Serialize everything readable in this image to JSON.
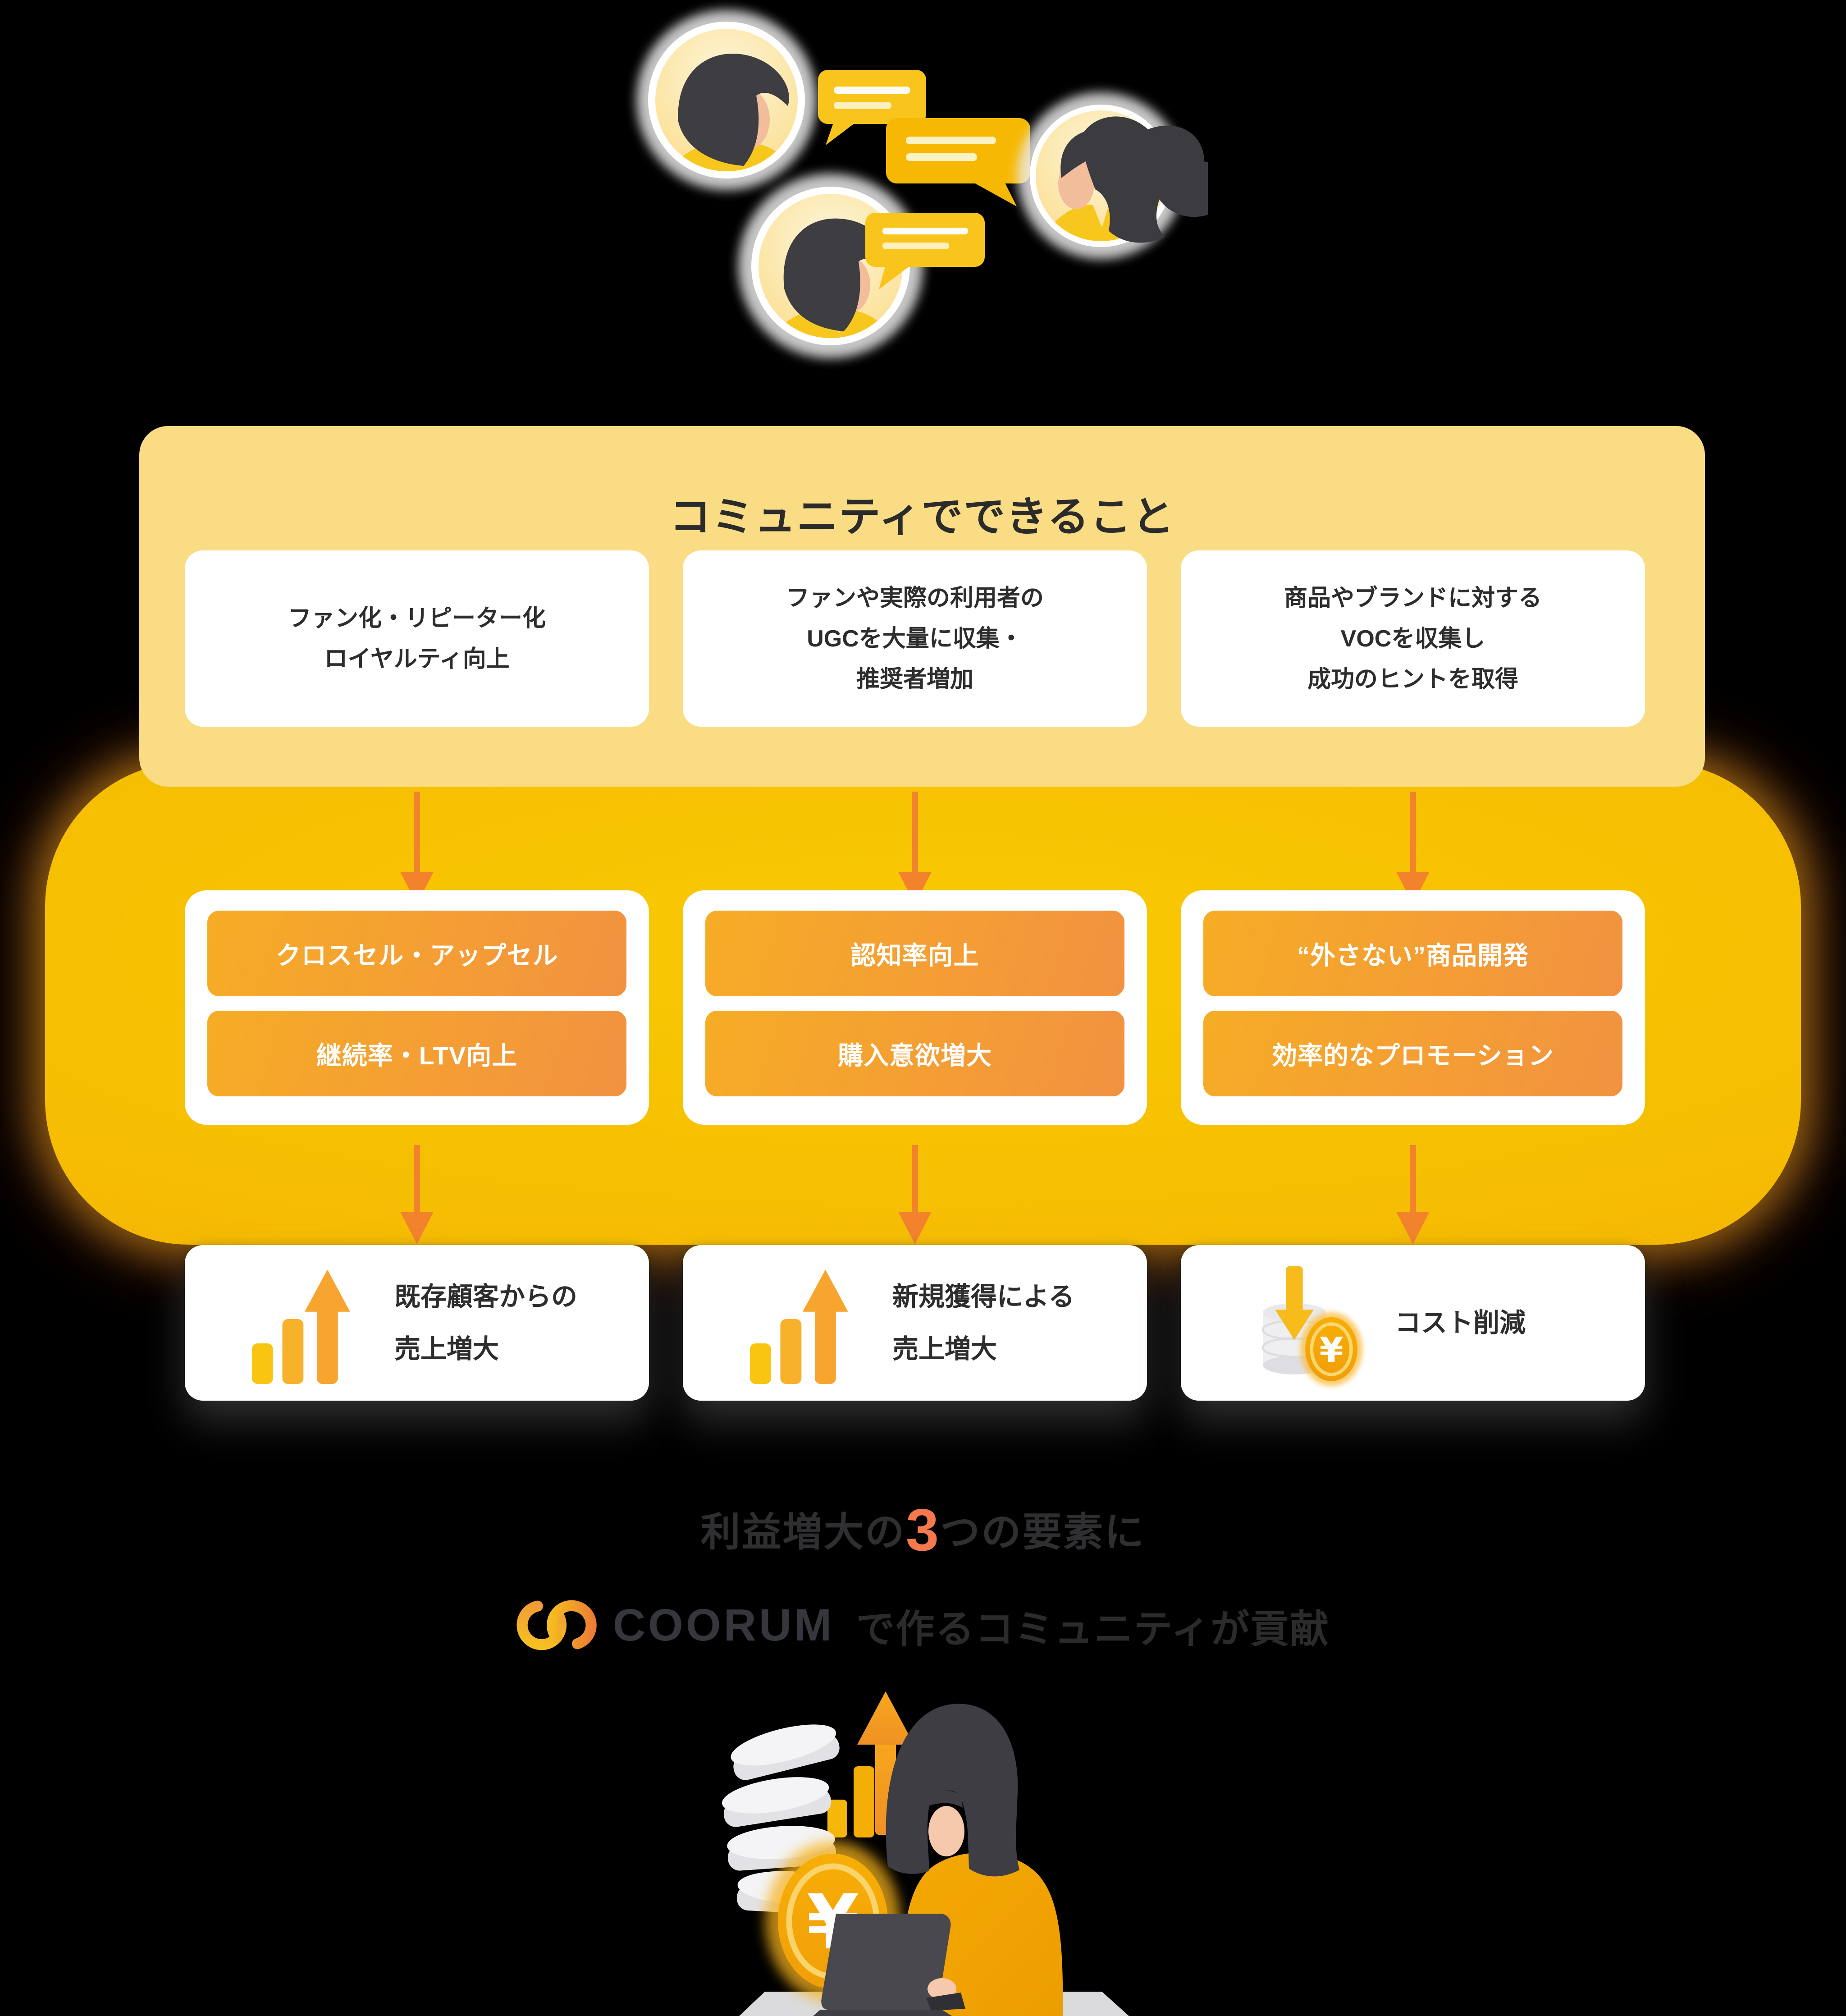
{
  "community": {
    "title": "コミュニティでできること",
    "cards": [
      {
        "lines": [
          "ファン化・リピーター化",
          "ロイヤルティ向上"
        ]
      },
      {
        "lines": [
          "ファンや実際の利用者の",
          "UGCを大量に収集・",
          "推奨者増加"
        ]
      },
      {
        "lines": [
          "商品やブランドに対する",
          "VOCを収集し",
          "成功のヒントを取得"
        ]
      }
    ]
  },
  "outcomes": {
    "columns": [
      {
        "buttons": [
          "クロスセル・アップセル",
          "継続率・LTV向上"
        ]
      },
      {
        "buttons": [
          "認知率向上",
          "購入意欲増大"
        ]
      },
      {
        "buttons": [
          "“外さない”商品開発",
          "効率的なプロモーション"
        ]
      }
    ]
  },
  "results": {
    "cards": [
      {
        "icon": "bar-chart-up-icon",
        "lines": [
          "既存顧客からの",
          "売上増大"
        ]
      },
      {
        "icon": "bar-chart-up-icon",
        "lines": [
          "新規獲得による",
          "売上増大"
        ]
      },
      {
        "icon": "cost-reduction-coin-icon",
        "lines": [
          "コスト削減"
        ]
      }
    ]
  },
  "footer": {
    "headline": {
      "prefix": "利益増大の",
      "number": "3",
      "suffix": "つの要素に"
    },
    "brand": {
      "wordmark": "COORUM",
      "tagline": "で作るコミュニティが貢献"
    }
  },
  "icons": [
    "speech-bubble-icon",
    "avatar-icon",
    "flow-arrow-down-icon",
    "bar-chart-up-icon",
    "cost-reduction-coin-icon",
    "coorum-logo-icon",
    "coin-stack-icon",
    "laptop-icon"
  ],
  "colors": {
    "background": "#000000",
    "highlight_box": "#F9DC83",
    "orange_band_top": "#F8C903",
    "orange_band_bottom": "#F0A806",
    "button_gradient_start": "#F6AC25",
    "button_gradient_end": "#F29241",
    "arrow": "#F2832C",
    "headline_number": "#F5794D",
    "brand_text": "#35373C",
    "dark_text": "#2D2D2D"
  }
}
